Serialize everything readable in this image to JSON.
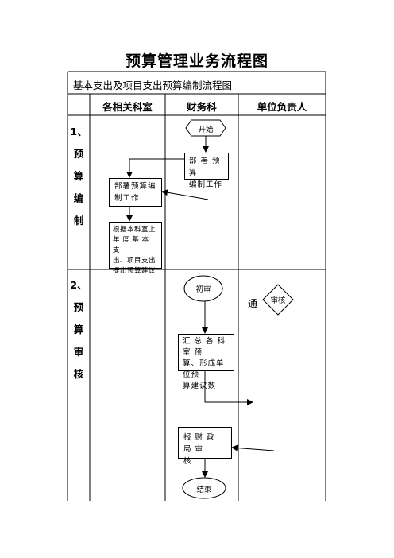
{
  "title": "预算管理业务流程图",
  "subtitle": "基本支出及项目支出预算编制流程图",
  "columns": {
    "dept": "各相关科室",
    "finance": "财务科",
    "leader": "单位负责人"
  },
  "stage1": {
    "label_chars": [
      "1、",
      "预",
      "算",
      "编",
      "制"
    ]
  },
  "stage2": {
    "label_chars": [
      "2、",
      "预",
      "算",
      "审",
      "核"
    ]
  },
  "nodes": {
    "start": "开始",
    "deploy_finance": [
      "部 署 预 算",
      "编制工作"
    ],
    "deploy_dept": [
      "部署预算编",
      "制工作"
    ],
    "propose": [
      "根据本科室上",
      "年 度 基 本 支",
      "出、项目支出",
      "提出预算建议"
    ],
    "first_review": "初审",
    "pass_text": "通",
    "review": "审核",
    "summarize": [
      "汇 总 各 科 室 预",
      "算、形成单位预",
      "算建议数"
    ],
    "report": [
      "报 财 政 局 审",
      "核"
    ],
    "end": "结束"
  }
}
